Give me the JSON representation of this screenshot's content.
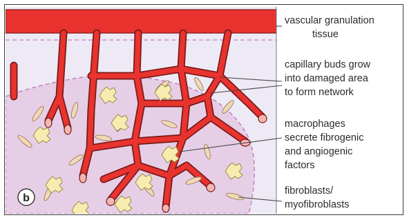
{
  "panel_letter": "b",
  "labels": {
    "vascular": [
      "vascular granulation",
      "tissue"
    ],
    "capillary": [
      "capillary buds grow",
      "into damaged area",
      "to form network"
    ],
    "macrophages": [
      "macrophages",
      "secrete fibrogenic",
      "and angiogenic",
      "factors"
    ],
    "fibroblasts": [
      "fibroblasts/",
      "myofibroblasts"
    ]
  },
  "colors": {
    "vessel": "#e8332e",
    "vessel_outline": "#7a1a1a",
    "damaged_area": "#e6cfe6",
    "tissue_background": "#eeeaf5",
    "fibroblast": "#f2d9b6",
    "macrophage": "#f7ebaf",
    "leader_line": "#444444"
  }
}
